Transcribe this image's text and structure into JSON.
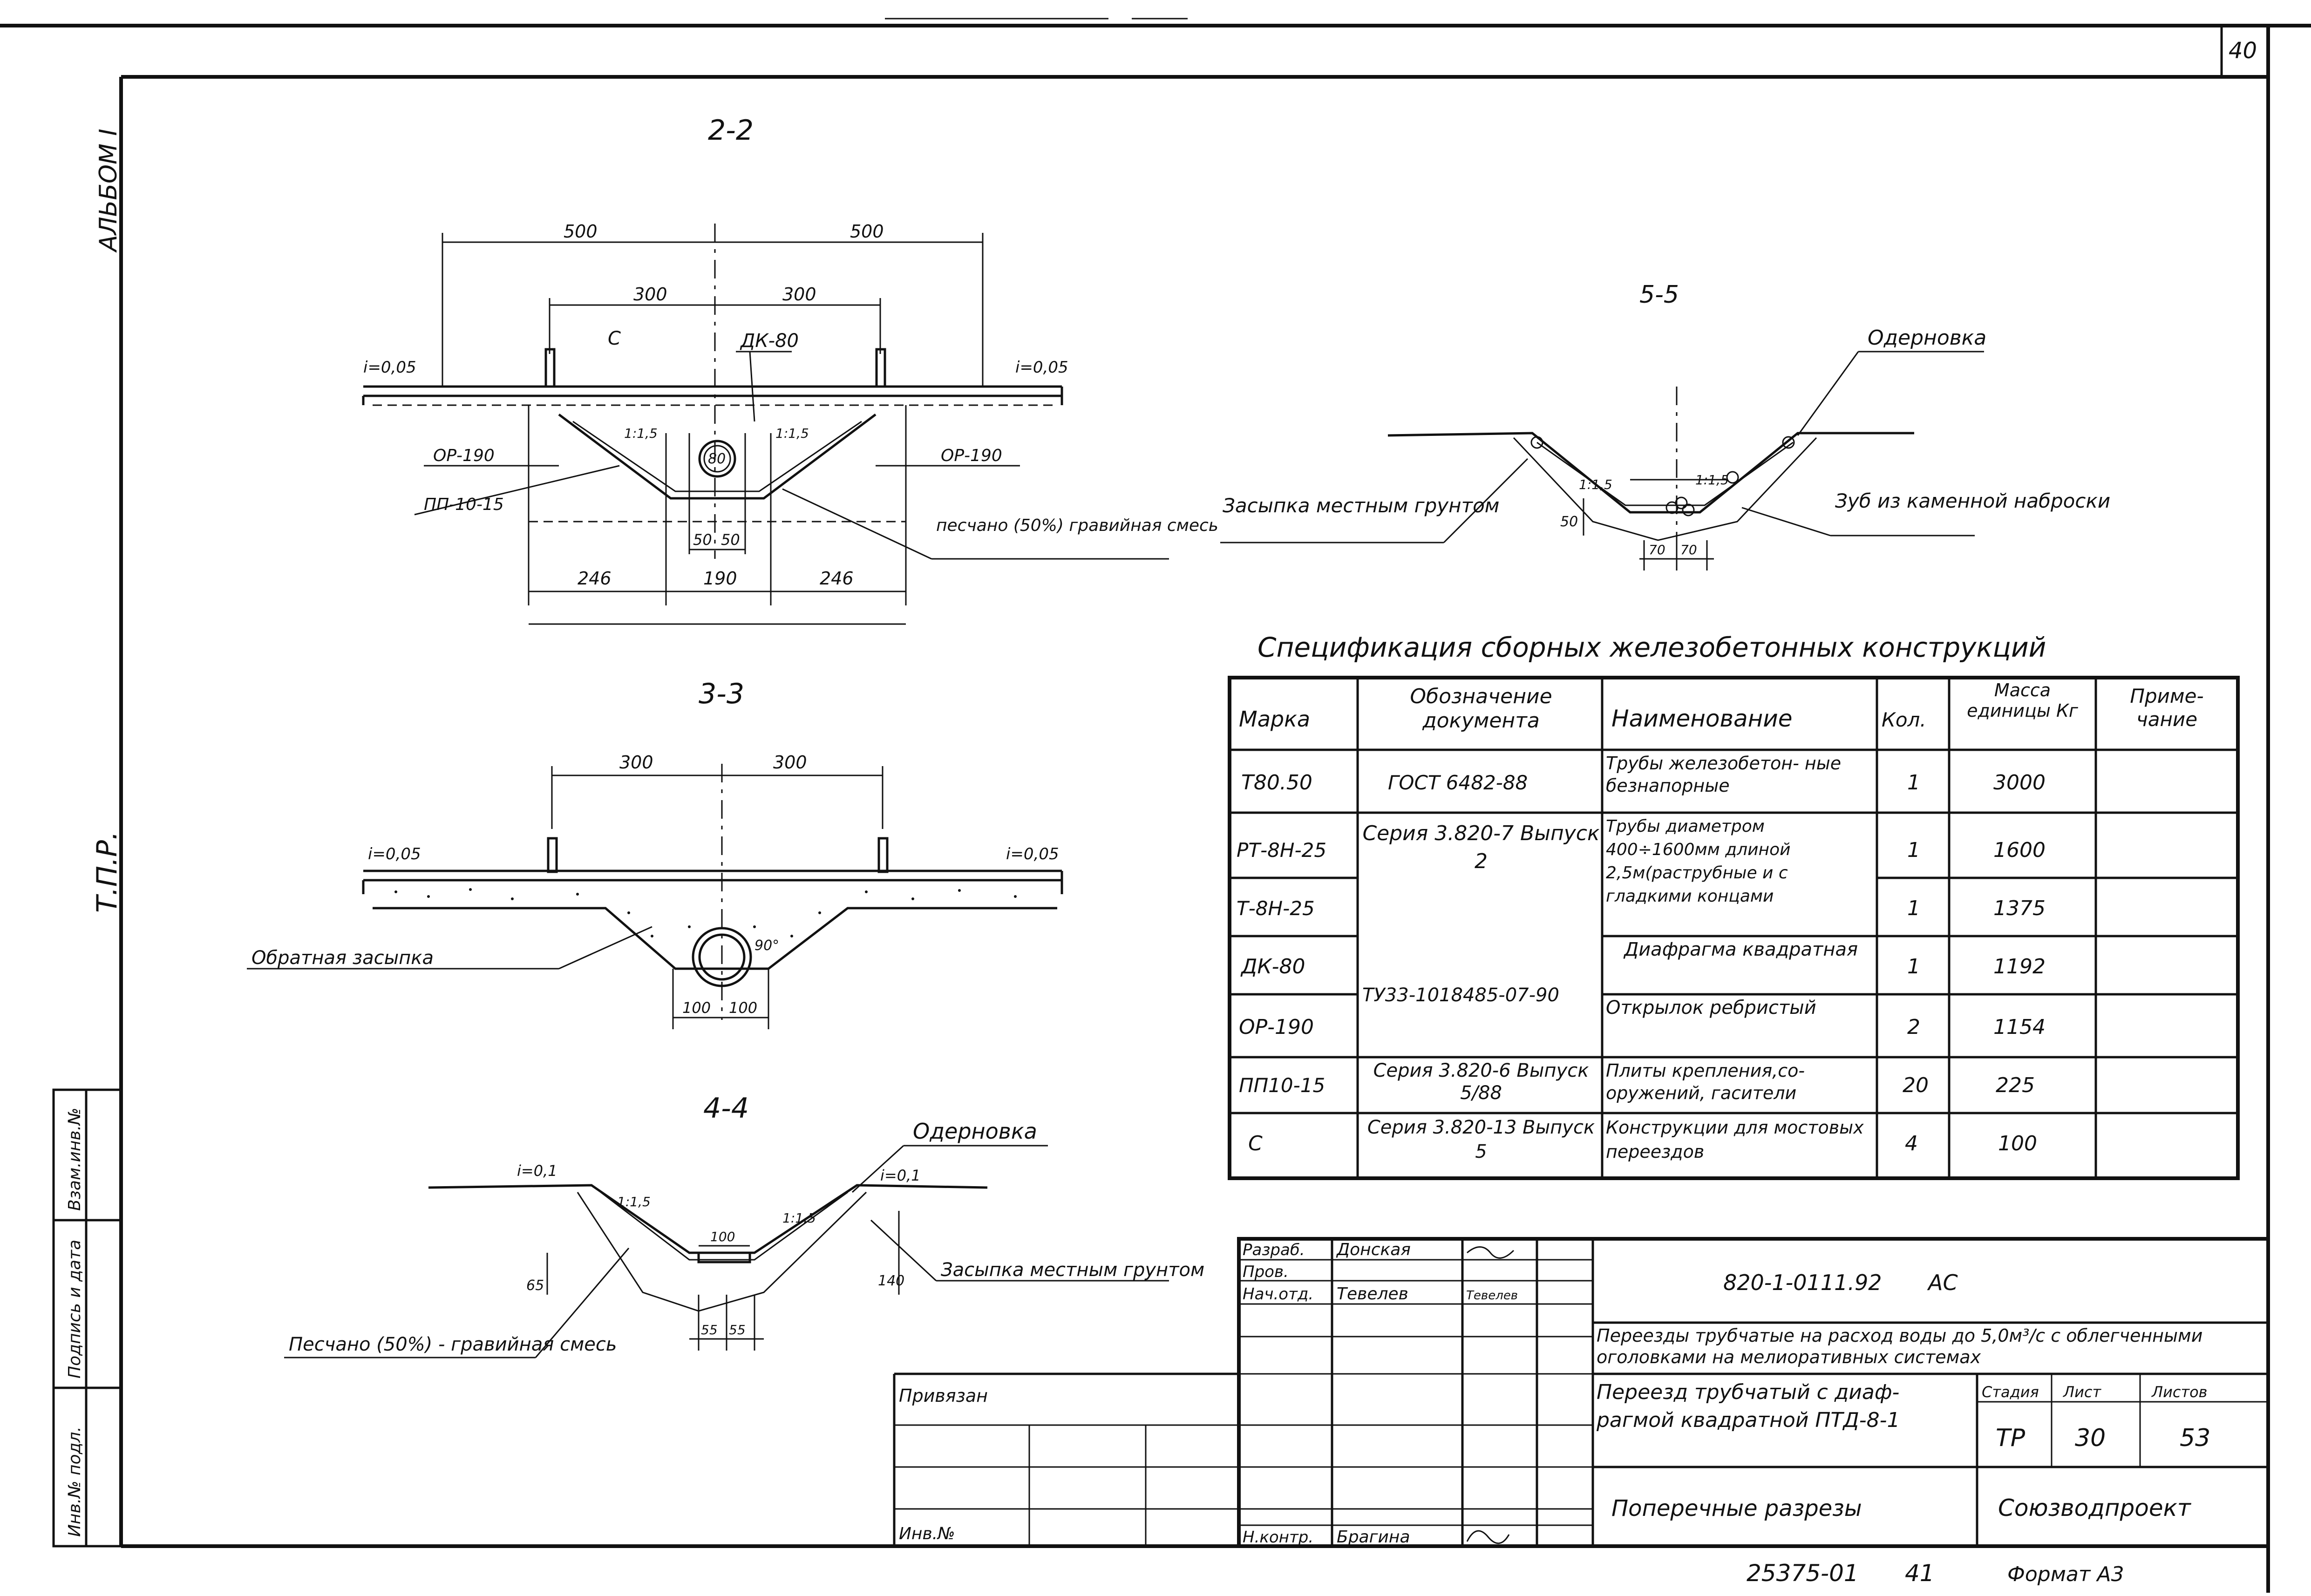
{
  "sheet_number": "40",
  "album_label": "АЛЬБОМ I",
  "tpr_label": "Т.П.Р.",
  "side_stamp": [
    "Взам.инв.№",
    "Подпись и дата",
    "Инв.№ подл."
  ],
  "sections": {
    "s22": {
      "title": "2-2",
      "dims": [
        "500",
        "500",
        "300",
        "300",
        "50",
        "50",
        "246",
        "190",
        "246"
      ],
      "labels": {
        "c": "С",
        "dk": "ДК-80",
        "slope_left": "i=0,05",
        "slope_right": "i=0,05",
        "op_left": "ОР-190",
        "op_right": "ОР-190",
        "pp": "ПП-10-15",
        "pipe": "80",
        "grade1": "1:1,5",
        "grade2": "1:1,5",
        "fill": "песчано (50%) гравийная смесь"
      }
    },
    "s33": {
      "title": "3-3",
      "dims": [
        "300",
        "300",
        "100",
        "100"
      ],
      "labels": {
        "slope_left": "i=0,05",
        "slope_right": "i=0,05",
        "angle": "90°",
        "fill": "Обратная засыпка"
      }
    },
    "s44": {
      "title": "4-4",
      "dims": [
        "100",
        "65",
        "140",
        "55",
        "55"
      ],
      "labels": {
        "slope_left": "i=0,1",
        "slope_right": "i=0,1",
        "grade1": "1:1,5",
        "grade2": "1:1,5",
        "sod": "Одерновка",
        "backfill": "Засыпка местным грунтом",
        "fill": "Песчано (50%) - гравийная смесь"
      }
    },
    "s55": {
      "title": "5-5",
      "dims": [
        "50",
        "70",
        "70"
      ],
      "labels": {
        "grade1": "1:1,5",
        "grade2": "1:1,5",
        "sod": "Одерновка",
        "backfill": "Засыпка местным грунтом",
        "tooth": "Зуб из каменной наброски"
      }
    }
  },
  "spec": {
    "title": "Спецификация сборных железобетонных конструкций",
    "headers": [
      "Марка",
      "Обозначение документа",
      "Наименование",
      "Кол.",
      "Масса единицы Кг",
      "Приме- чание"
    ],
    "rows": [
      {
        "mark": "Т80.50",
        "doc": "ГОСТ 6482-88",
        "name": "Трубы железобетон- ные безнапорные",
        "qty": "1",
        "mass": "3000",
        "note": ""
      },
      {
        "mark": "РТ-8Н-25",
        "doc": "Серия 3.820-7 Выпуск 2",
        "name": "Трубы диаметром 400÷1600мм длиной 2,5м(раструбные и с гладкими концами",
        "qty": "1",
        "mass": "1600",
        "note": ""
      },
      {
        "mark": "Т-8Н-25",
        "doc": "",
        "name": "",
        "qty": "1",
        "mass": "1375",
        "note": ""
      },
      {
        "mark": "ДК-80",
        "doc": "ТУ33-1018485-07-90",
        "name": "Диафрагма квадратная",
        "qty": "1",
        "mass": "1192",
        "note": ""
      },
      {
        "mark": "ОР-190",
        "doc": "",
        "name": "Открылок ребристый",
        "qty": "2",
        "mass": "1154",
        "note": ""
      },
      {
        "mark": "ПП10-15",
        "doc": "Серия 3.820-6 Выпуск 5/88",
        "name": "Плиты крепления,со- оружений, гасители",
        "qty": "20",
        "mass": "225",
        "note": ""
      },
      {
        "mark": "С",
        "doc": "Серия 3.820-13 Выпуск 5",
        "name": "Конструкции для мостовых переездов",
        "qty": "4",
        "mass": "100",
        "note": ""
      }
    ]
  },
  "title_block": {
    "roles": [
      "Разраб.",
      "Пров.",
      "Нач.отд.",
      "",
      "",
      "",
      "",
      "Н.контр."
    ],
    "names": [
      "Донская",
      "",
      "Тевелев",
      "",
      "",
      "",
      "",
      "Брагина"
    ],
    "signs": [
      "",
      "",
      "Тевелев",
      "",
      "",
      "",
      "",
      ""
    ],
    "code": "820-1-0111.92",
    "code_suffix": "АС",
    "project": "Переезды трубчатые на расход воды до 5,0м³/с с облегченными оголовками на мелиоративных системах",
    "sheet_title": "Переезд трубчатый с диаф- рагмой квадратной ПТД-8-1",
    "stage_hdr": "Стадия",
    "sheet_hdr": "Лист",
    "sheets_hdr": "Листов",
    "stage": "ТР",
    "sheet": "30",
    "sheets": "53",
    "drawing": "Поперечные разрезы",
    "org": "Союзводпроект",
    "privyazan": "Привязан",
    "inv": "Инв.№"
  },
  "footer": {
    "number": "25375-01",
    "copy": "41",
    "format": "Формат А3"
  }
}
